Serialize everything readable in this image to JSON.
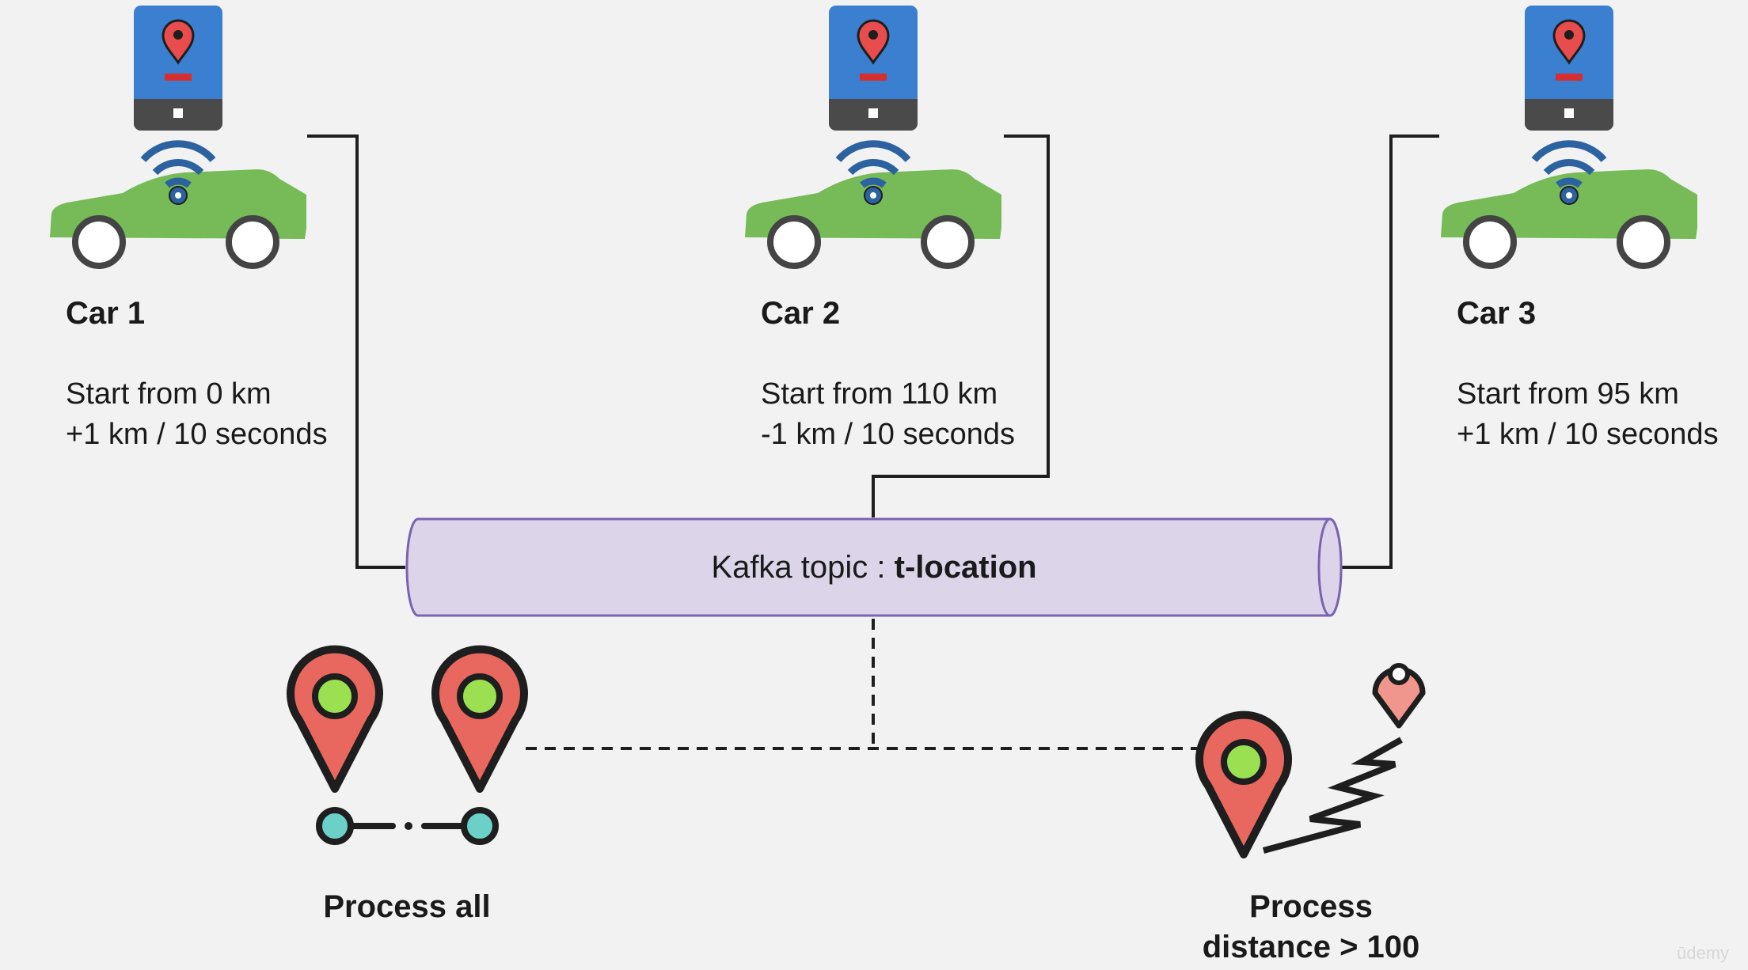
{
  "cars": [
    {
      "title": "Car 1",
      "start": "Start from 0 km",
      "rate": "+1 km / 10 seconds"
    },
    {
      "title": "Car 2",
      "start": "Start from 110 km",
      "rate": "-1 km / 10 seconds"
    },
    {
      "title": "Car 3",
      "start": "Start from 95 km",
      "rate": "+1 km / 10 seconds"
    }
  ],
  "topic": {
    "prefix": "Kafka topic : ",
    "name": "t-location"
  },
  "processors": [
    {
      "line1": "Process all"
    },
    {
      "line1": "Process",
      "line2": "distance > 100"
    }
  ],
  "watermark": "ūdemy",
  "colors": {
    "phone_body": "#3b7fd0",
    "phone_base": "#4a4a4a",
    "pin_red": "#e84c4c",
    "car_green": "#76bb57",
    "wifi_blue": "#2c62a0",
    "topic_fill": "#dcd5ea",
    "topic_stroke": "#7a63b0",
    "marker_red": "#e8675e",
    "marker_green": "#9ae051",
    "dot_teal": "#6bd1c8",
    "small_marker": "#f1968c"
  }
}
